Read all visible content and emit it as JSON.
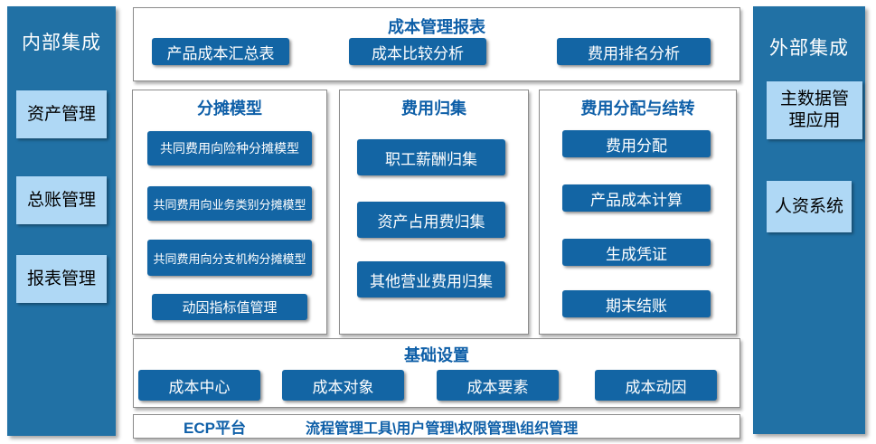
{
  "colors": {
    "sidebar_bg": "#2171A5",
    "light_box_bg": "#AFD8F5",
    "button_bg": "#1365A4",
    "title_text": "#0E5FA8",
    "box_border": "#8C8C8C"
  },
  "left_sidebar": {
    "title": "内部集成",
    "items": [
      "资产管理",
      "总账管理",
      "报表管理"
    ]
  },
  "right_sidebar": {
    "title": "外部集成",
    "items": [
      "主数据管理应用",
      "人资系统"
    ]
  },
  "report_section": {
    "title": "成本管理报表",
    "buttons": [
      "产品成本汇总表",
      "成本比较分析",
      "费用排名分析"
    ]
  },
  "allocation_model_section": {
    "title": "分摊模型",
    "buttons": [
      "共同费用向险种分摊模型",
      "共同费用向业务类别分摊模型",
      "共同费用向分支机构分摊模型",
      "动因指标值管理"
    ]
  },
  "expense_collection_section": {
    "title": "费用归集",
    "buttons": [
      "职工薪酬归集",
      "资产占用费归集",
      "其他营业费用归集"
    ]
  },
  "expense_allocation_section": {
    "title": "费用分配与结转",
    "buttons": [
      "费用分配",
      "产品成本计算",
      "生成凭证",
      "期末结账"
    ]
  },
  "base_settings_section": {
    "title": "基础设置",
    "buttons": [
      "成本中心",
      "成本对象",
      "成本要素",
      "成本动因"
    ]
  },
  "platform_bar": {
    "name": "ECP平台",
    "tools": "流程管理工具\\用户管理\\权限管理\\组织管理"
  }
}
